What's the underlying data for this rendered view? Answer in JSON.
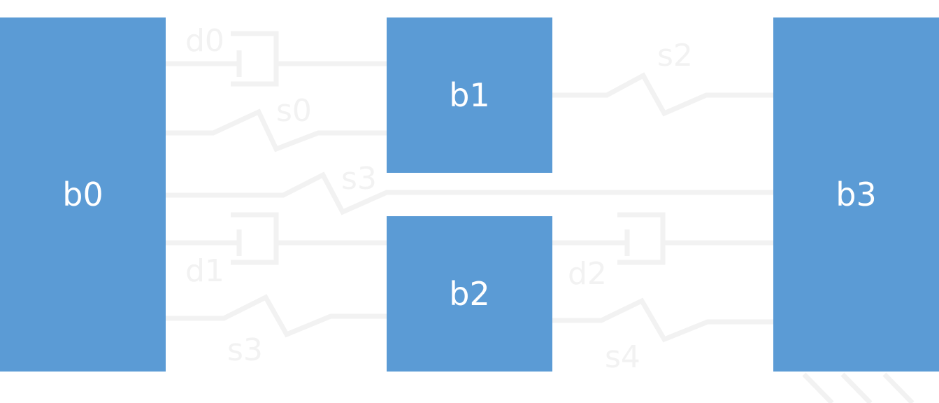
{
  "colors": {
    "block_fill": "#5b9bd5",
    "block_text": "#ffffff",
    "connector": "#f2f2f2",
    "background": "#ffffff"
  },
  "blocks": {
    "b0": "b0",
    "b1": "b1",
    "b2": "b2",
    "b3": "b3"
  },
  "connectors": {
    "d0": "d0",
    "s0": "s0",
    "s3_upper": "s3",
    "d1": "d1",
    "s3_lower": "s3",
    "s2": "s2",
    "d2": "d2",
    "s4": "s4"
  }
}
